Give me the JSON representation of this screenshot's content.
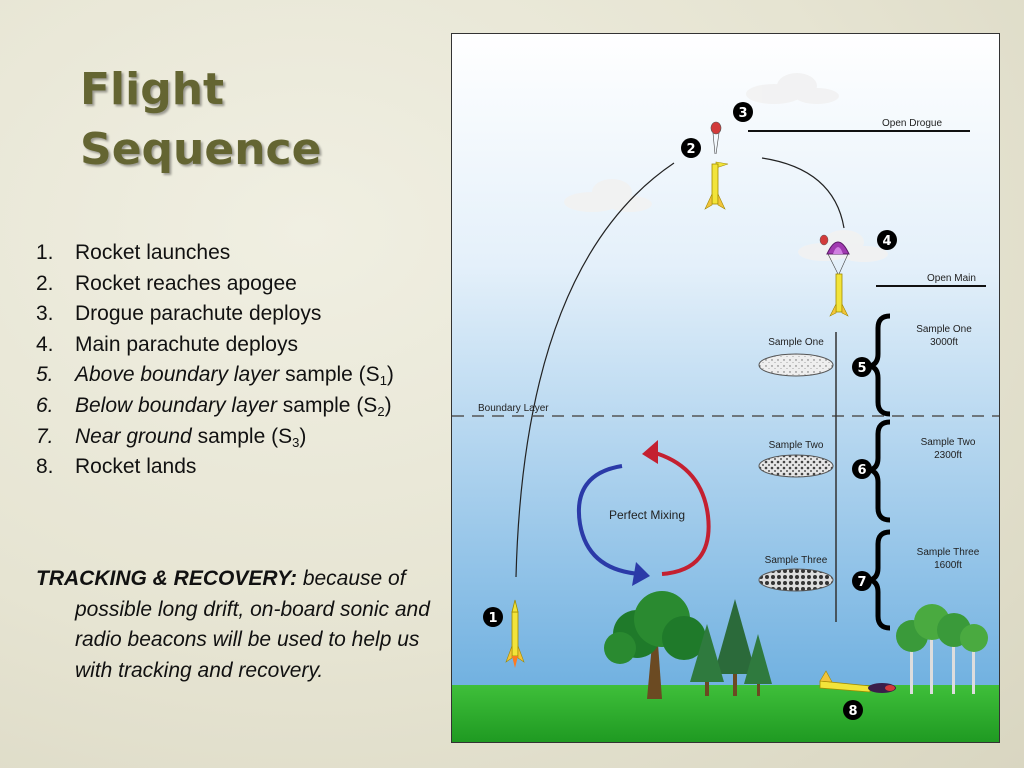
{
  "slide": {
    "title_line1": "Flight",
    "title_line2": "Sequence",
    "steps": [
      {
        "num": "1.",
        "text": "Rocket launches"
      },
      {
        "num": "2.",
        "text": "Rocket reaches apogee"
      },
      {
        "num": "3.",
        "text": "Drogue parachute deploys"
      },
      {
        "num": "4.",
        "text": "Main parachute deploys"
      },
      {
        "num": "5.",
        "italic": "Above boundary layer",
        "text": " sample (S",
        "sub": "1",
        "tail": ")"
      },
      {
        "num": "6.",
        "italic": "Below boundary layer",
        "text": " sample (S",
        "sub": "2",
        "tail": ")"
      },
      {
        "num": "7.",
        "italic": "Near ground",
        "text": " sample (S",
        "sub": "3",
        "tail": ")"
      },
      {
        "num": "8.",
        "text": "Rocket lands"
      }
    ],
    "tracking_label": "TRACKING & RECOVERY:",
    "tracking_text": " because of possible long drift, on-board sonic and radio beacons will be used to help us with tracking and recovery."
  },
  "diagram": {
    "markers": [
      "1",
      "2",
      "3",
      "4",
      "5",
      "6",
      "7",
      "8"
    ],
    "open_drogue": "Open Drogue",
    "open_main": "Open Main",
    "boundary_layer": "Boundary Layer",
    "perfect_mixing": "Perfect Mixing",
    "samples": [
      {
        "name": "Sample One",
        "altitude_label_1": "Sample One",
        "altitude_label_2": "3000ft"
      },
      {
        "name": "Sample Two",
        "altitude_label_1": "Sample Two",
        "altitude_label_2": "2300ft"
      },
      {
        "name": "Sample Three",
        "altitude_label_1": "Sample Three",
        "altitude_label_2": "1600ft"
      }
    ],
    "colors": {
      "sky_top": "#ffffff",
      "sky_bottom": "#6fb0e0",
      "ground": "#2aa52a",
      "title": "#646532",
      "mixing_blue": "#2b3aa8",
      "mixing_red": "#c42030",
      "rocket": "#f2e43a",
      "main_chute": "#a03ab0",
      "drogue_chute": "#d23a3a"
    }
  }
}
